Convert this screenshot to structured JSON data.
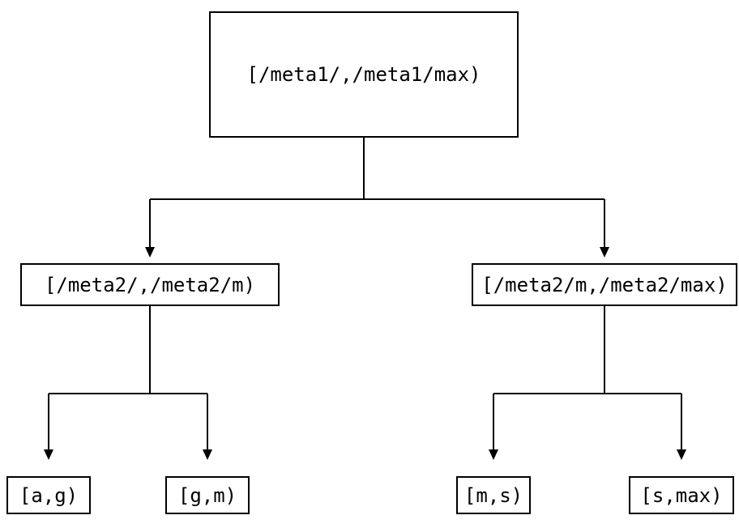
{
  "tree": {
    "label": "[/meta1/,/meta1/max)",
    "children": [
      {
        "label": "[/meta2/,/meta2/m)",
        "children": [
          {
            "label": "[a,g)"
          },
          {
            "label": "[g,m)"
          }
        ]
      },
      {
        "label": "[/meta2/m,/meta2/max)",
        "children": [
          {
            "label": "[m,s)"
          },
          {
            "label": "[s,max)"
          }
        ]
      }
    ]
  },
  "colors": {
    "line": "#000000",
    "box_border": "#000000",
    "background": "#ffffff",
    "text": "#000000"
  }
}
